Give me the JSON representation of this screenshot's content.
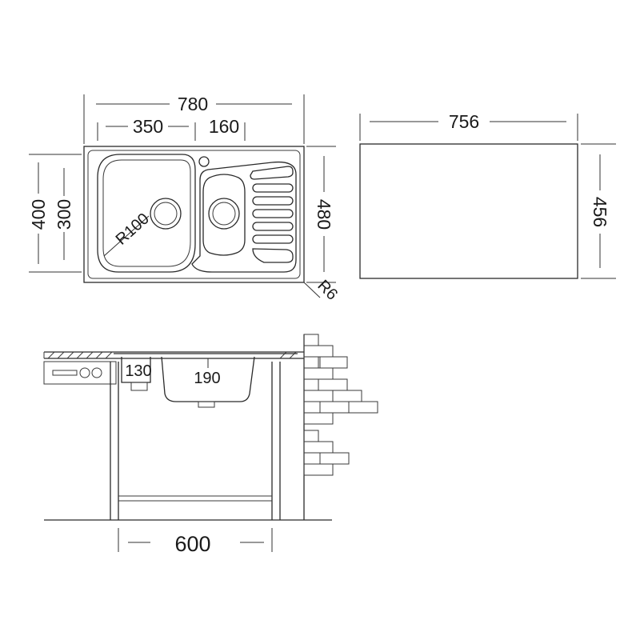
{
  "top_view": {
    "dimensions": {
      "overall_width": "780",
      "bowl_width": "350",
      "small_bowl_width": "160",
      "overall_depth": "480",
      "outer_height": "400",
      "inner_height": "300",
      "radius_bowl": "R100",
      "radius_corner": "R6"
    }
  },
  "cutout": {
    "width": "756",
    "depth": "456"
  },
  "side_view": {
    "dimensions": {
      "depth_small": "130",
      "depth_bowl": "190",
      "cabinet_width": "600"
    }
  },
  "colors": {
    "line": "#2a2a2a",
    "background": "#ffffff"
  }
}
